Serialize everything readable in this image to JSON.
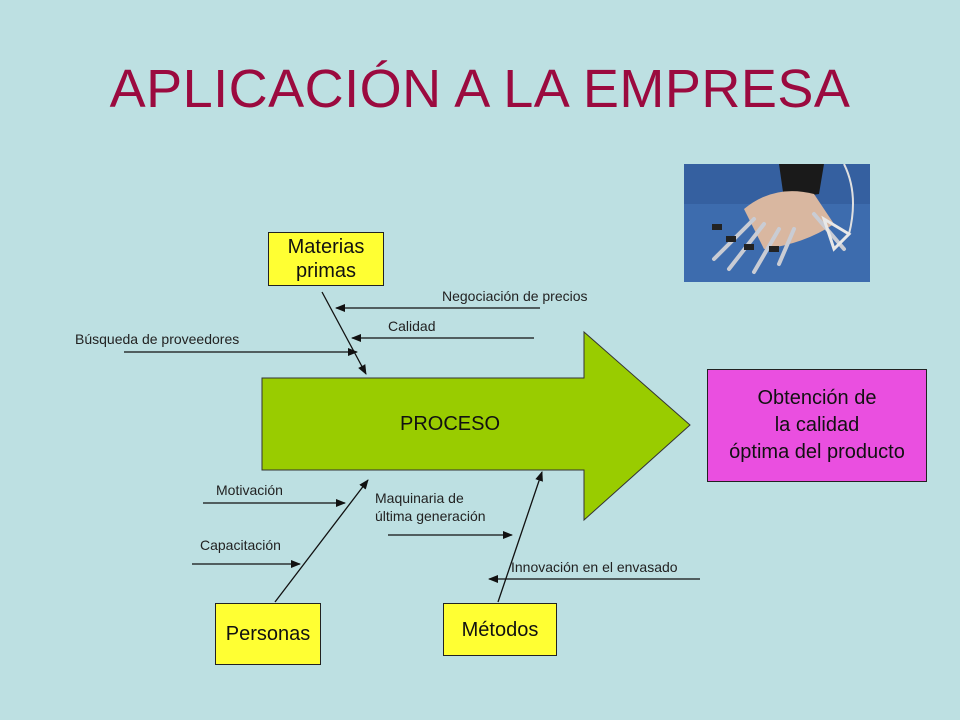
{
  "title": "APLICACIÓN A LA EMPRESA",
  "process": {
    "label": "PROCESO",
    "color": "#99cc00"
  },
  "causes": {
    "materias": "Materias\nprimas",
    "personas": "Personas",
    "metodos": "Métodos"
  },
  "result": "Obtención de\nla calidad\nóptima del producto",
  "factors": {
    "negociacion": "Negociación de precios",
    "calidad": "Calidad",
    "busqueda": "Búsqueda de proveedores",
    "motivacion": "Motivación",
    "capacitacion": "Capacitación",
    "maquinaria": "Maquinaria de\núltima generación",
    "innovacion": "Innovación en el envasado"
  },
  "colors": {
    "background": "#bde0e2",
    "title": "#9b0a3f",
    "cause_box": "#ffff33",
    "result_box": "#ea4fe0"
  },
  "image": {
    "subject": "robotic-hand-photo"
  }
}
